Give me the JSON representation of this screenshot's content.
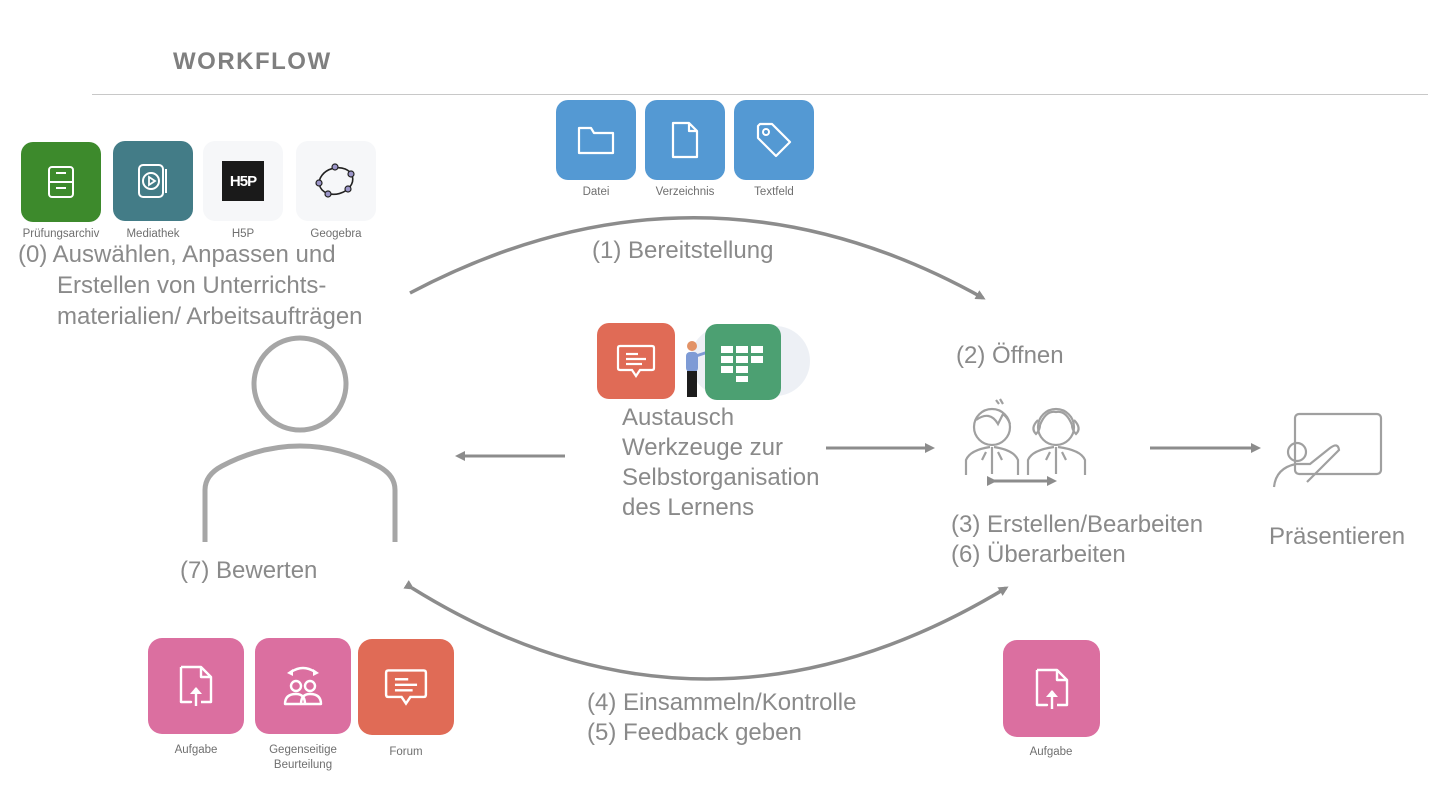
{
  "header": {
    "title": "WORKFLOW"
  },
  "tools_prepare": [
    {
      "label": "Prüfungsarchiv",
      "icon": "archive-drawer-icon",
      "color": "#3d8a2c"
    },
    {
      "label": "Mediathek",
      "icon": "media-play-icon",
      "color": "#437c87"
    },
    {
      "label": "H5P",
      "icon": "h5p-logo-icon",
      "color": "#f6f7f9"
    },
    {
      "label": "Geogebra",
      "icon": "geogebra-logo-icon",
      "color": "#f6f7f9"
    }
  ],
  "tools_provide": [
    {
      "label": "Datei",
      "icon": "folder-icon",
      "color": "#5499d3"
    },
    {
      "label": "Verzeichnis",
      "icon": "document-icon",
      "color": "#5499d3"
    },
    {
      "label": "Textfeld",
      "icon": "tag-icon",
      "color": "#5499d3"
    }
  ],
  "tools_center": [
    {
      "icon": "forum-chat-icon",
      "color": "#e06b56"
    },
    {
      "icon": "board-grid-icon",
      "color": "#4ca072"
    }
  ],
  "tools_assess": [
    {
      "label": "Aufgabe",
      "icon": "assignment-upload-icon",
      "color": "#db6fa0"
    },
    {
      "label": "Gegenseitige Beurteilung",
      "icon": "peer-review-icon",
      "color": "#db6fa0"
    },
    {
      "label": "Forum",
      "icon": "forum-chat-icon",
      "color": "#e06b56"
    }
  ],
  "tools_student": [
    {
      "label": "Aufgabe",
      "icon": "assignment-upload-icon",
      "color": "#db6fa0"
    }
  ],
  "steps": {
    "s0": [
      "(0) Auswählen, Anpassen und",
      "Erstellen von Unterrichts-",
      "materialien/ Arbeitsaufträgen"
    ],
    "s1": "(1) Bereitstellung",
    "s2": "(2) Öffnen",
    "s3": "(3) Erstellen/Bearbeiten",
    "s6": "(6) Überarbeiten",
    "s7": "(7) Bewerten",
    "s4": "(4) Einsammeln/Kontrolle",
    "s5": "(5) Feedback geben",
    "center": [
      "Austausch",
      "Werkzeuge zur",
      "Selbstorganisation",
      "des Lernens"
    ],
    "present": "Präsentieren"
  },
  "colors": {
    "line": "#8c8c8c",
    "text": "#8a8a8a"
  }
}
